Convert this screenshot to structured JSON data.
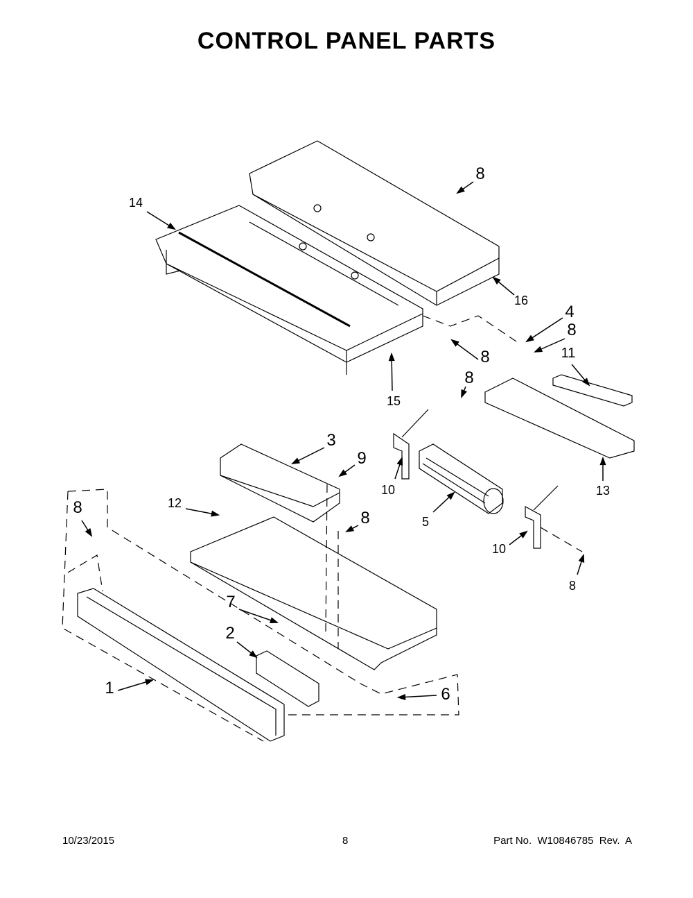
{
  "title": "CONTROL PANEL PARTS",
  "callouts": [
    "8",
    "14",
    "16",
    "4",
    "8",
    "8",
    "11",
    "15",
    "8",
    "3",
    "9",
    "10",
    "13",
    "12",
    "8",
    "8",
    "5",
    "10",
    "8",
    "7",
    "2",
    "6",
    "1"
  ],
  "footer": {
    "date": "10/23/2015",
    "page": "8",
    "part_no": "Part No.  W10846785  Rev.  A"
  }
}
